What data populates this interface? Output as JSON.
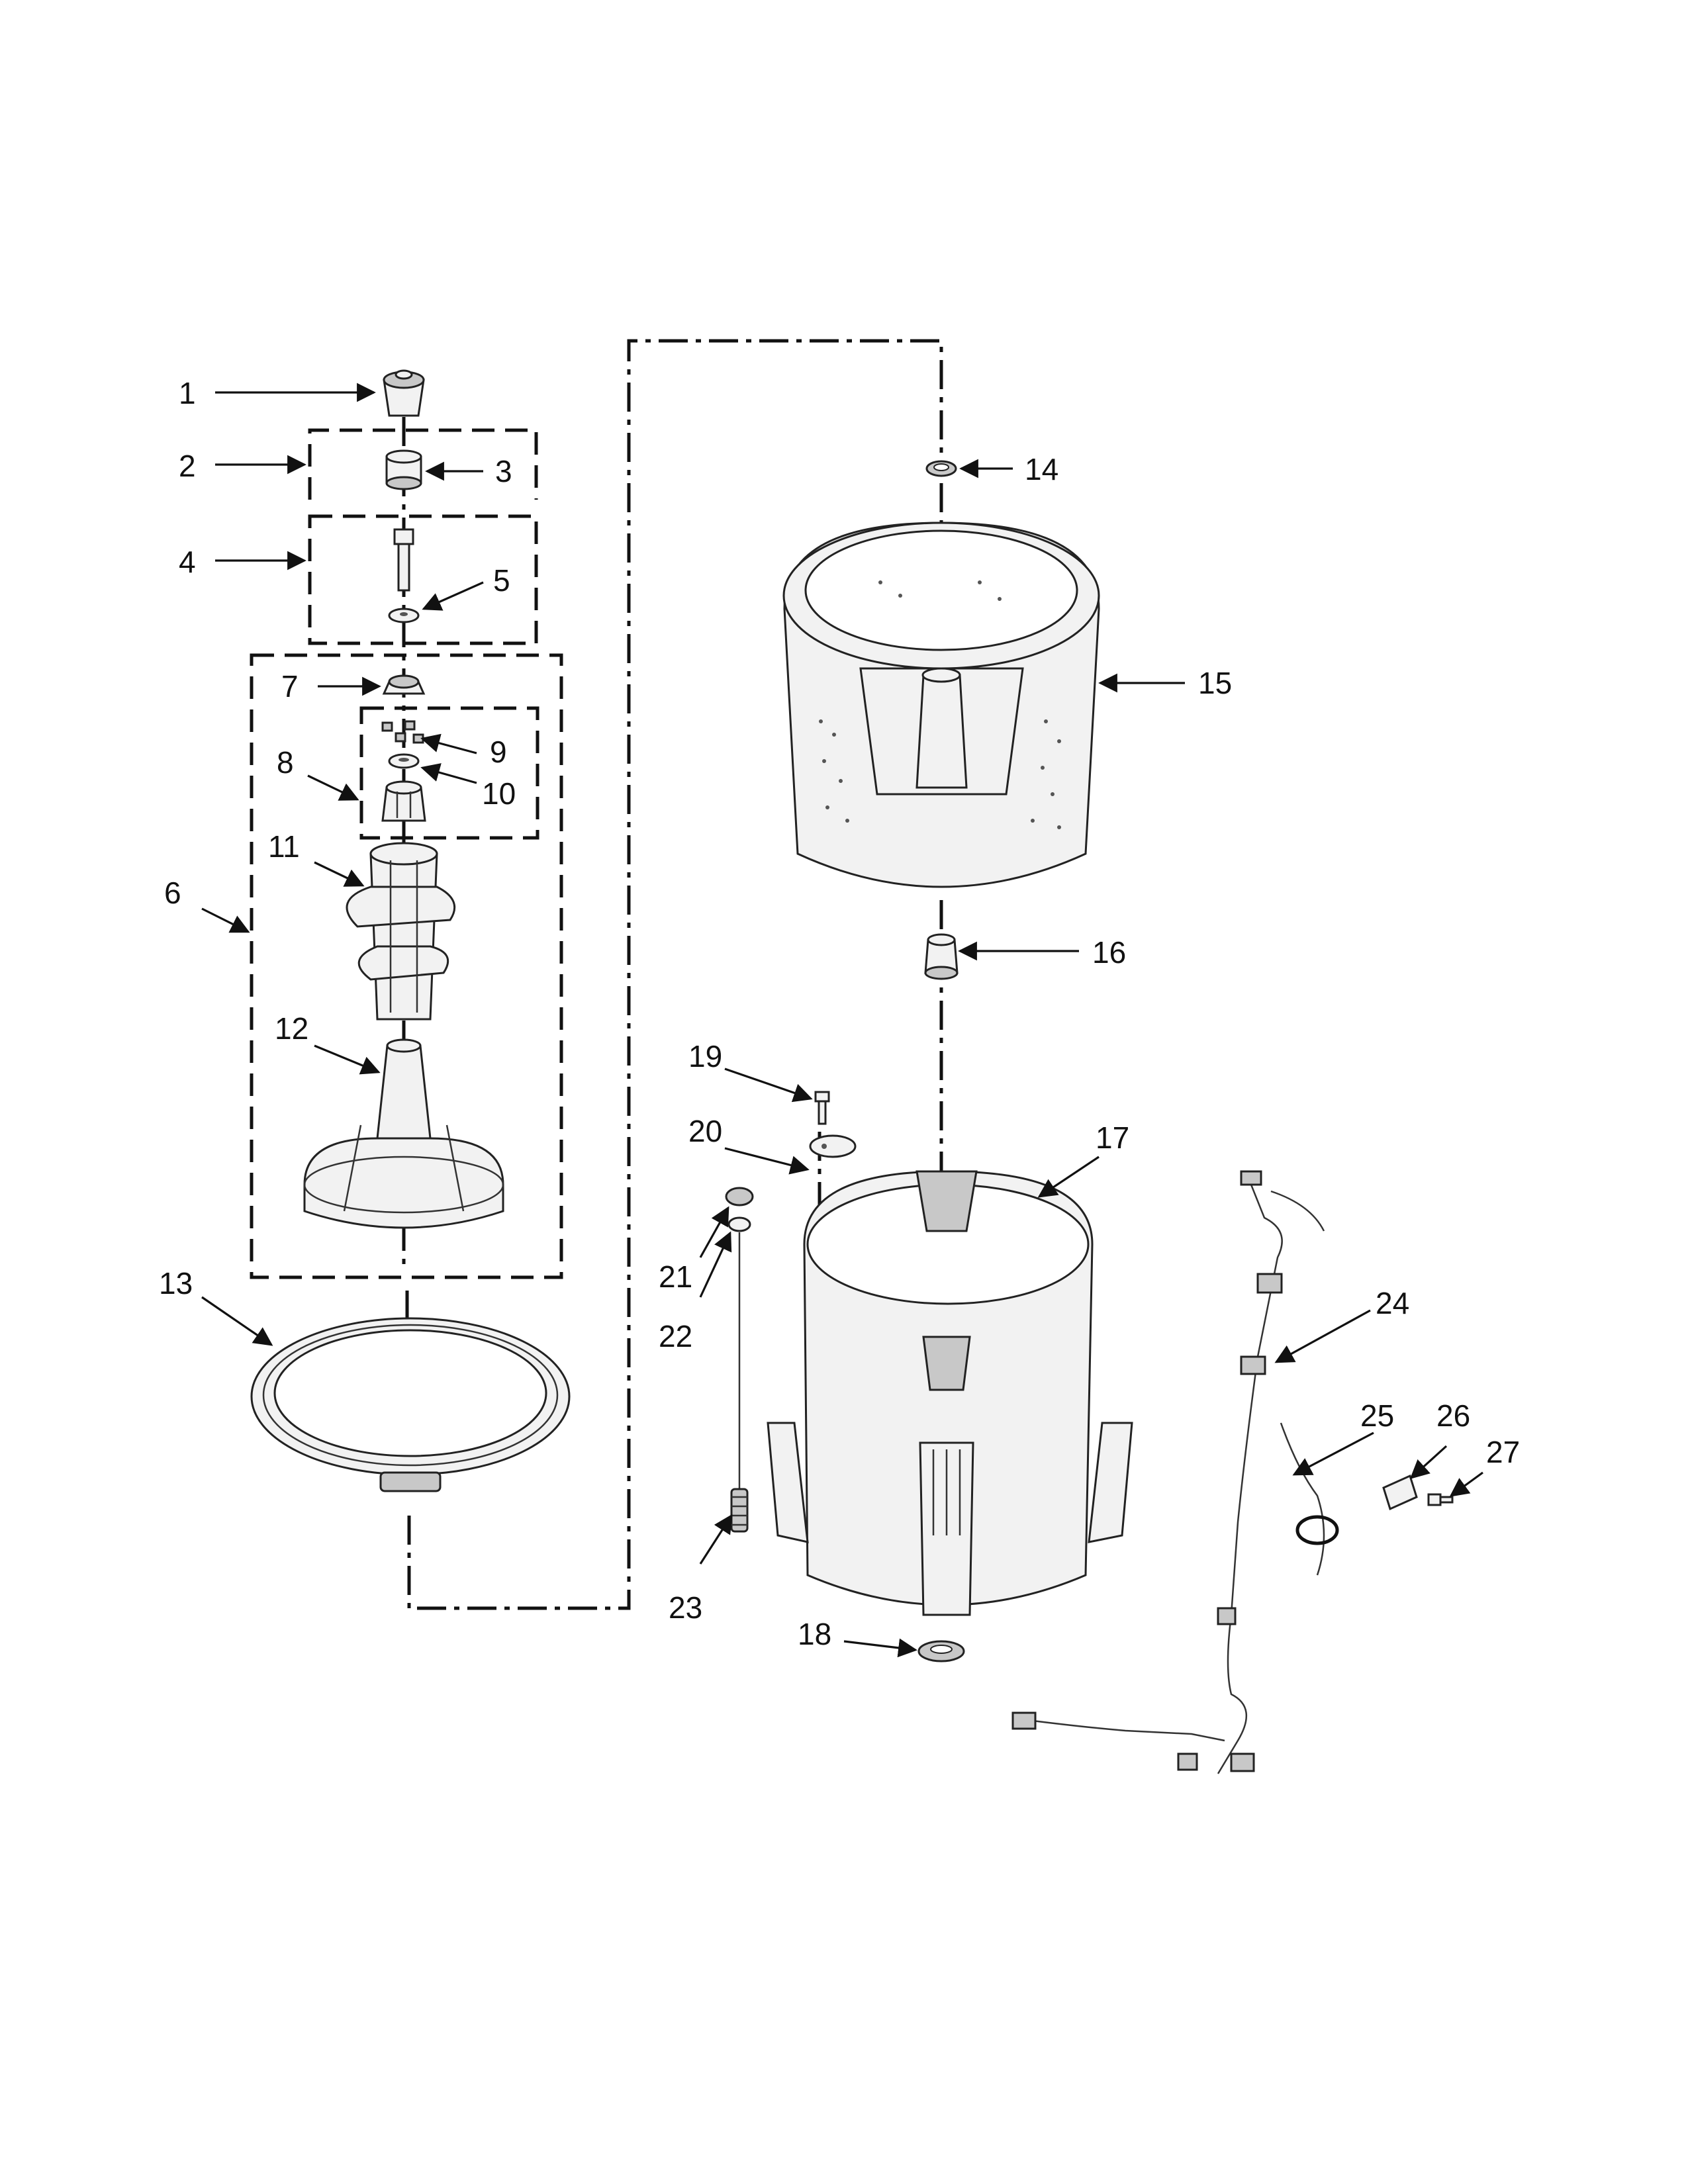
{
  "colors": {
    "ink": "#111111",
    "part_fill": "#f2f2f2",
    "part_shade": "#c8c8c8"
  },
  "callouts": {
    "c1": "1",
    "c2": "2",
    "c3": "3",
    "c4": "4",
    "c5": "5",
    "c6": "6",
    "c7": "7",
    "c8": "8",
    "c9": "9",
    "c10": "10",
    "c11": "11",
    "c12": "12",
    "c13": "13",
    "c14": "14",
    "c15": "15",
    "c16": "16",
    "c17": "17",
    "c18": "18",
    "c19": "19",
    "c20": "20",
    "c21": "21",
    "c22": "22",
    "c23": "23",
    "c24": "24",
    "c25": "25",
    "c26": "26",
    "c27": "27"
  }
}
